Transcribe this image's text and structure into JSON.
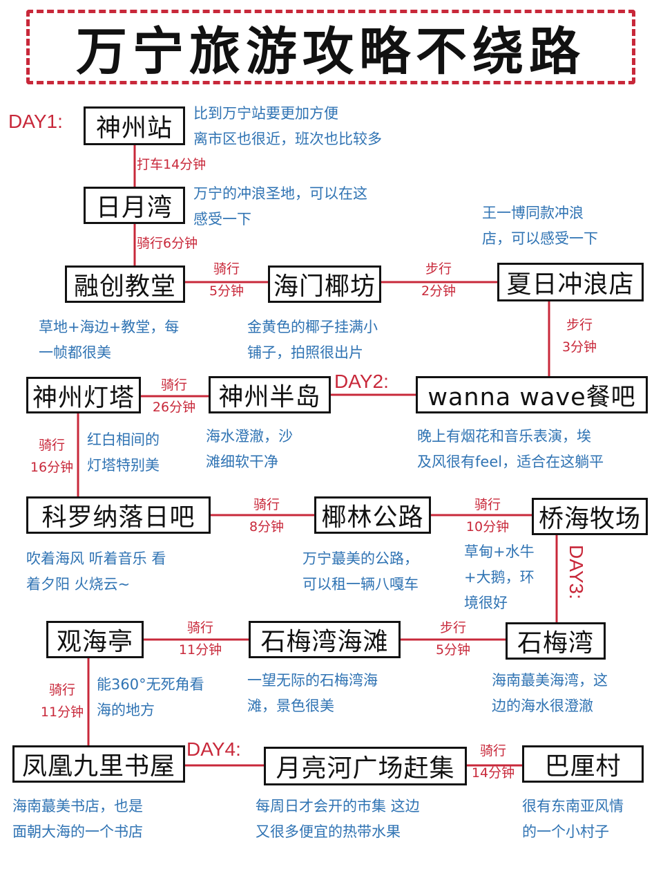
{
  "title": "万宁旅游攻略不绕路",
  "days": {
    "day1": "DAY1:",
    "day2": "DAY2:",
    "day3": "DAY3:",
    "day4": "DAY4:"
  },
  "nodes": {
    "shenzhou_station": "神州站",
    "riyue_bay": "日月湾",
    "rongchuang_church": "融创教堂",
    "haimen_coconut": "海门椰坊",
    "summer_surf_shop": "夏日冲浪店",
    "lighthouse": "神州灯塔",
    "peninsula": "神州半岛",
    "wanna_wave": "wanna wave餐吧",
    "corona_bar": "科罗纳落日吧",
    "coconut_road": "椰林公路",
    "qiaohai_ranch": "桥海牧场",
    "guanhai_pavilion": "观海亭",
    "shimei_beach": "石梅湾海滩",
    "shimei_bay": "石梅湾",
    "phoenix_bookstore": "凤凰九里书屋",
    "moon_river_market": "月亮河广场赶集",
    "bali_village": "巴厘村"
  },
  "edges": {
    "e1": [
      "打车14分钟"
    ],
    "e2": [
      "骑行6分钟"
    ],
    "e3": [
      "骑行",
      "5分钟"
    ],
    "e4": [
      "步行",
      "2分钟"
    ],
    "e5": [
      "步行",
      "3分钟"
    ],
    "e6": [
      "骑行",
      "26分钟"
    ],
    "e7": [
      "骑行",
      "16分钟"
    ],
    "e8": [
      "骑行",
      "8分钟"
    ],
    "e9": [
      "骑行",
      "10分钟"
    ],
    "e10": [
      "骑行",
      "11分钟"
    ],
    "e11": [
      "步行",
      "5分钟"
    ],
    "e12": [
      "骑行",
      "11分钟"
    ],
    "e13": [
      "骑行",
      "14分钟"
    ]
  },
  "descs": {
    "shenzhou_station": [
      "比到万宁站要更加方便",
      "离市区也很近，班次也比较多"
    ],
    "riyue_bay": [
      "万宁的冲浪圣地，可以在这",
      "感受一下"
    ],
    "summer_surf_shop": [
      "王一博同款冲浪",
      "店，可以感受一下"
    ],
    "rongchuang_church": [
      "草地+海边+教堂，每",
      "一帧都很美"
    ],
    "haimen_coconut": [
      "金黄色的椰子挂满小",
      "铺子，拍照很出片"
    ],
    "lighthouse": [
      "红白相间的",
      "灯塔特别美"
    ],
    "peninsula": [
      "海水澄澈，沙",
      "滩细软干净"
    ],
    "wanna_wave": [
      "晚上有烟花和音乐表演，埃",
      "及风很有feel，适合在这躺平"
    ],
    "corona_bar": [
      "吹着海风 听着音乐 看",
      "着夕阳 火烧云~"
    ],
    "coconut_road": [
      "万宁蕞美的公路，",
      "可以租一辆八嘎车"
    ],
    "qiaohai_ranch": [
      "草甸+水牛",
      "+大鹅，环",
      "境很好"
    ],
    "guanhai_pavilion": [
      "能360°无死角看",
      "海的地方"
    ],
    "shimei_beach": [
      "一望无际的石梅湾海",
      "滩，景色很美"
    ],
    "shimei_bay": [
      "海南蕞美海湾，这",
      "边的海水很澄澈"
    ],
    "phoenix_bookstore": [
      "海南蕞美书店，也是",
      "面朝大海的一个书店"
    ],
    "moon_river_market": [
      "每周日才会开的市集 这边",
      "又很多便宜的热带水果"
    ],
    "bali_village": [
      "很有东南亚风情",
      "的一个小村子"
    ]
  },
  "colors": {
    "accent_red": "#c8283a",
    "desc_blue": "#2f73b3",
    "box_border": "#111111"
  }
}
